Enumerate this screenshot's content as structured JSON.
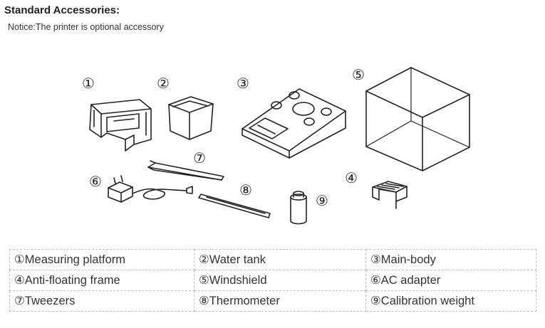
{
  "header": {
    "title": "Standard Accessories:",
    "notice": "Notice:The printer is optional accessory"
  },
  "figure": {
    "labels": [
      "①",
      "②",
      "③",
      "④",
      "⑤",
      "⑥",
      "⑦",
      "⑧",
      "⑨"
    ],
    "icons": [
      "measuring-platform",
      "water-tank",
      "main-body",
      "anti-floating-frame",
      "windshield",
      "ac-adapter",
      "tweezers",
      "thermometer",
      "calibration-weight"
    ]
  },
  "table": {
    "rows": [
      [
        "①Measuring platform",
        "②Water tank",
        "③Main-body"
      ],
      [
        "④Anti-floating frame",
        "⑤Windshield",
        "⑥AC adapter"
      ],
      [
        "⑦Tweezers",
        "⑧Thermometer",
        "⑨Calibration weight"
      ]
    ]
  }
}
